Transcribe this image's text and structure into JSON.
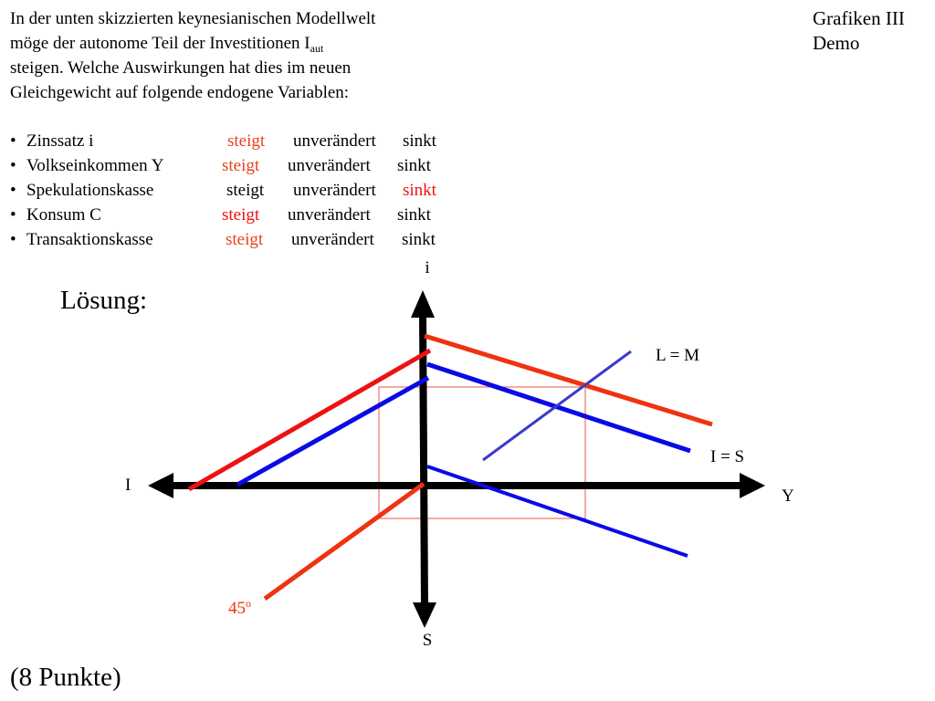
{
  "header": {
    "title_line1": "Grafiken III",
    "title_line2": "Demo"
  },
  "question": {
    "line1": "In der unten skizzierten keynesianischen Modellwelt",
    "line2_main": "möge der autonome Teil der Investitionen I",
    "line2_sub": "aut",
    "line3": "steigen. Welche Auswirkungen hat dies im neuen",
    "line4": "Gleichgewicht auf folgende endogene Variablen:"
  },
  "options": {
    "choices": [
      "steigt",
      "unverändert",
      "sinkt"
    ],
    "bullet": "•",
    "rows": [
      {
        "variable": "Zinssatz i",
        "selected": "steigt"
      },
      {
        "variable": "Volkseinkommen Y",
        "selected": "steigt"
      },
      {
        "variable": "Spekulationskasse",
        "selected": "sinkt"
      },
      {
        "variable": "Konsum C",
        "selected": "steigt"
      },
      {
        "variable": "Transaktionskasse",
        "selected": "steigt"
      }
    ]
  },
  "solution_label": "Lösung:",
  "points_label": "(8 Punkte)",
  "diagram": {
    "axis_up": "i",
    "axis_right": "Y",
    "axis_left": "I",
    "axis_down": "S",
    "curve_lm": "L = M",
    "curve_is": "I = S",
    "angle_label": "45",
    "angle_sup": "o"
  },
  "colors": {
    "highlight": "#e8421c",
    "highlight_red": "#ee1111",
    "red_line": "#ee3311",
    "blue_line": "#0a0ae6",
    "lm_line": "#3a3acc",
    "guide_box": "#ee5544",
    "axis": "#000000"
  }
}
